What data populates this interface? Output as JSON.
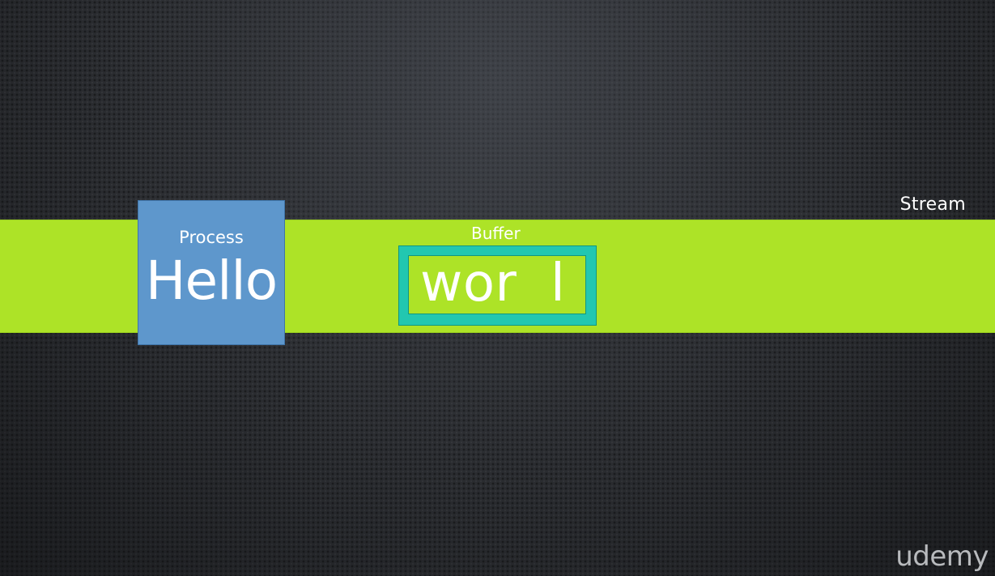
{
  "diagram": {
    "stream_label": "Stream",
    "process": {
      "label": "Process",
      "word": "Hello"
    },
    "buffer": {
      "label": "Buffer",
      "content": "wor  l"
    }
  },
  "branding": {
    "logo": "udemy"
  },
  "colors": {
    "stream": "#ade327",
    "process": "#5e97cc",
    "buffer": "#22c7b0",
    "text": "#ffffff"
  }
}
